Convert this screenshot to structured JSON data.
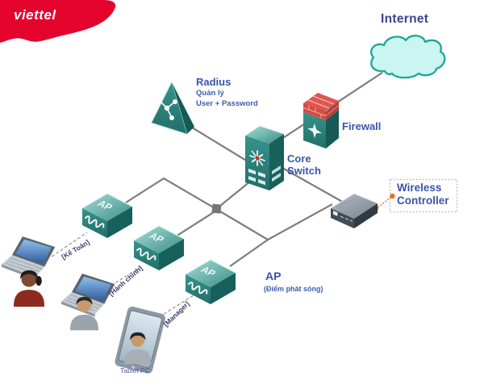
{
  "brand": {
    "logo_text": "viettel",
    "brand_color": "#e4032d"
  },
  "nodes": {
    "internet": {
      "label": "Internet"
    },
    "radius": {
      "label": "Radius",
      "subtitle1": "Quản lý",
      "subtitle2": "User + Password"
    },
    "firewall": {
      "label": "Firewall"
    },
    "core_switch": {
      "label_line1": "Core",
      "label_line2": "Switch"
    },
    "wireless_controller": {
      "label_line1": "Wireless",
      "label_line2": "Controller"
    },
    "access_point": {
      "box_label": "AP",
      "label": "AP",
      "sublabel": "(Điểm phát sóng)"
    },
    "tablet": {
      "label": "Tablet PC"
    }
  },
  "connection_labels": {
    "ke_toan": "[Kế Toán]",
    "hanh_chinh": "[Hành chính]",
    "manager": "[Manager]"
  },
  "colors": {
    "device_teal": "#2e837e",
    "line_gray": "#7d7d7d",
    "label_blue": "#3a55a8",
    "orange_accent": "#e0761f",
    "cloud_fill": "#cbf5f0",
    "cloud_stroke": "#1ea795",
    "brick_red": "#e0564e"
  }
}
